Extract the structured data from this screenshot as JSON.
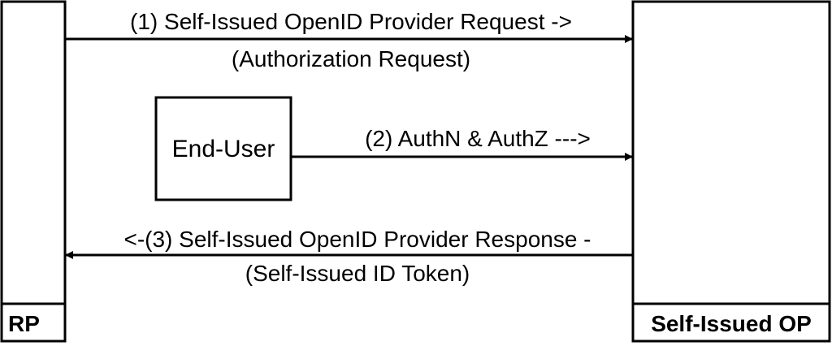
{
  "participants": {
    "rp": {
      "label": "RP"
    },
    "op": {
      "label": "Self-Issued OP"
    },
    "end_user": {
      "label": "End-User"
    }
  },
  "messages": [
    {
      "line1": "(1) Self-Issued OpenID Provider Request ->",
      "line2": "(Authorization Request)",
      "direction": "rp-to-op"
    },
    {
      "line1": "(2) AuthN & AuthZ --->",
      "direction": "end-user-to-op"
    },
    {
      "line1": "<-(3) Self-Issued OpenID Provider Response -",
      "line2": "(Self-Issued ID Token)",
      "direction": "op-to-rp"
    }
  ],
  "colors": {
    "stroke": "#000000",
    "background": "#ffffff"
  }
}
